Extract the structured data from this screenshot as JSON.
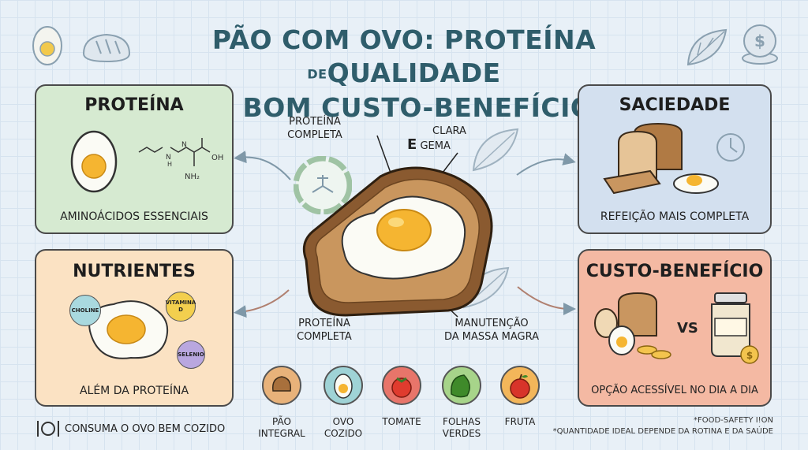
{
  "title": {
    "line1_a": "PÃO COM OVO: PROTEÍNA",
    "line1_small": "DE",
    "line1_b": "QUALIDADE",
    "line2": "E BOM CUSTO-BENEFÍCIO"
  },
  "cards": {
    "protein": {
      "title": "PROTEÍNA",
      "caption": "AMINOÁCIDOS ESSENCIAIS",
      "molecule": {
        "oh": "OH",
        "nh2": "NH₂",
        "n1": "N",
        "n2": "N",
        "h": "H"
      }
    },
    "satiety": {
      "title": "SACIEDADE",
      "caption": "REFEIÇÃO MAIS COMPLETA"
    },
    "nutrients": {
      "title": "NUTRIENTES",
      "caption": "ALÉM DA PROTEÍNA",
      "badges": [
        "CHOLINE",
        "VITAMINA D",
        "SELENIO"
      ]
    },
    "cost": {
      "title": "CUSTO-BENEFÍCIO",
      "caption": "OPÇÃO ACESSÍVEL NO DIA A DIA",
      "vs": "VS"
    }
  },
  "center_labels": {
    "top_left": [
      "PROTEÍNA",
      "COMPLETA"
    ],
    "top_right_small": "CLARA",
    "top_right_e": "E",
    "top_right_gema": "GEMA",
    "bottom_left": [
      "PROTEÍNA",
      "COMPLETA"
    ],
    "bottom_right": [
      "MANUTENÇÃO",
      "DA MASSA MAGRA"
    ]
  },
  "foods": [
    {
      "name": [
        "PÃO",
        "INTEGRAL"
      ],
      "color": "#e8b27a"
    },
    {
      "name": [
        "OVO",
        "COZIDO"
      ],
      "color": "#9fd3d6"
    },
    {
      "name": [
        "TOMATE"
      ],
      "color": "#e8756a"
    },
    {
      "name": [
        "FOLHAS",
        "VERDES"
      ],
      "color": "#a7d48a"
    },
    {
      "name": [
        "FRUTA"
      ],
      "color": "#f3b65a"
    }
  ],
  "footer": {
    "tip": "CONSUMA O OVO BEM COZIDO",
    "note1": "*FOOD-SAFETY I!ON",
    "note2": "*QUANTIDADE IDEAL DEPENDE DA ROTINA E DA SAÚDE"
  }
}
